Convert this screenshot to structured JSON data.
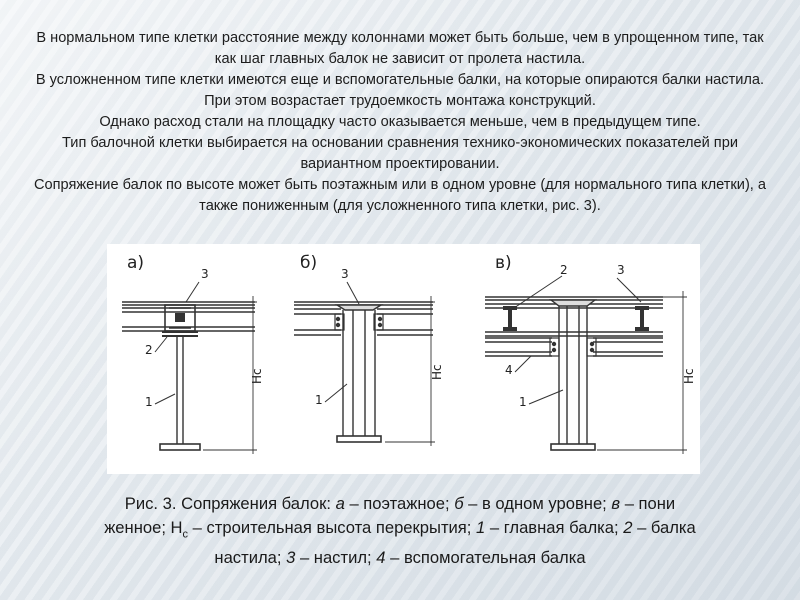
{
  "paragraphs": [
    "В нормальном типе клетки расстояние между колоннами может быть больше, чем в упрощенном типе, так как шаг главных балок не зависит от пролета настила.",
    "В усложненном типе клетки имеются еще и вспомогательные балки, на которые опираются балки настила. При этом возрастает трудоемкость монтажа конструкций.",
    "Однако расход стали на площадку часто оказывается меньше, чем в предыдущем типе.",
    "Тип балочной клетки выбирается на основании сравнения технико-экономических показателей при вариантном проектировании.",
    "Сопряжение балок по высоте может быть поэтажным или в одном уровне (для нормального типа клетки), а также пониженным (для усложненного типа клетки, рис. 3)."
  ],
  "figure": {
    "panels": [
      {
        "id": "a",
        "title": "а)",
        "labels": [
          "3",
          "2",
          "1"
        ],
        "height_label": "Нс"
      },
      {
        "id": "b",
        "title": "б)",
        "labels": [
          "3",
          "1"
        ],
        "height_label": "Нс"
      },
      {
        "id": "c",
        "title": "в)",
        "labels": [
          "2",
          "3",
          "4",
          "1"
        ],
        "height_label": "Нс"
      }
    ]
  },
  "caption": {
    "p1_a": "Рис. 3. Сопряжения балок: ",
    "p1_a_em": "а",
    "p1_b": " – поэтажное; ",
    "p1_b_em": "б",
    "p1_c": " – в одном уровне; ",
    "p1_c_em": "в",
    "p1_d": " – пони",
    "p2_a": "женное; Н",
    "p2_sub": "с",
    "p2_b": " – строительная высота перекрытия; ",
    "p2_1": "1",
    "p2_c": " – главная балка; ",
    "p2_2": "2",
    "p2_d": " – балка",
    "p3_a": "настила; ",
    "p3_3": "3",
    "p3_b": " – настил; ",
    "p3_4": "4",
    "p3_c": " – вспомогательная балка"
  }
}
